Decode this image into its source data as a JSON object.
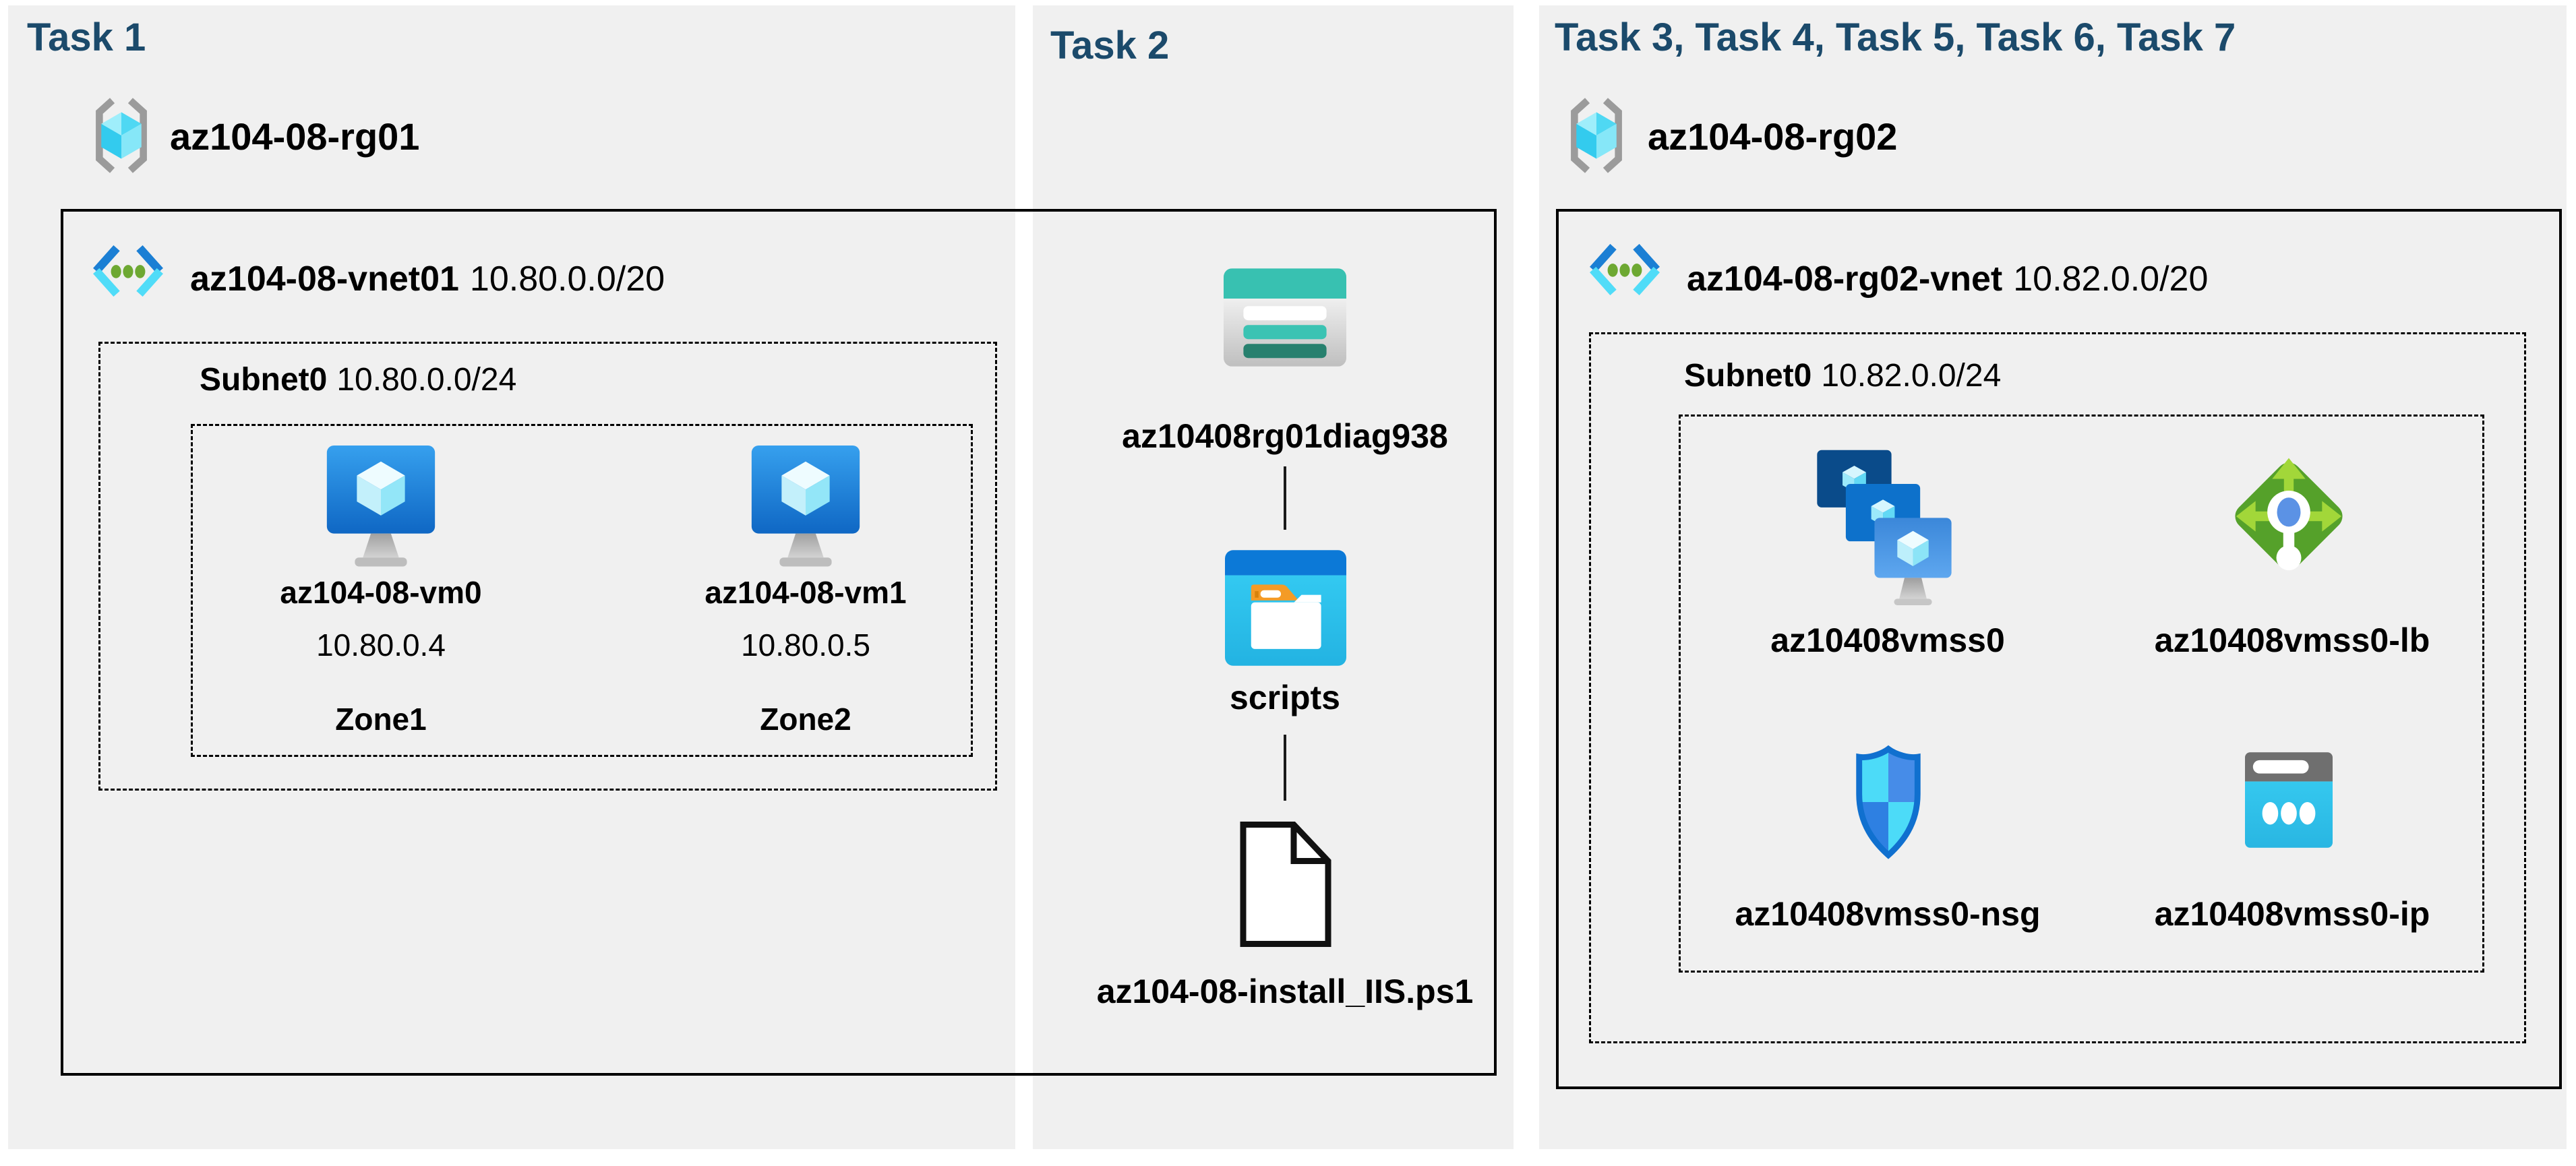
{
  "page": {
    "background": "#ffffff",
    "panel_background": "#f0f0f0",
    "header_color": "#1b4a6b",
    "box_border_color": "#000000"
  },
  "task1": {
    "header": "Task 1",
    "resource_group": "az104-08-rg01",
    "vnet_name": "az104-08-vnet01",
    "vnet_cidr": "10.80.0.0/20",
    "subnet_name": "Subnet0",
    "subnet_cidr": "10.80.0.0/24",
    "vms": [
      {
        "name": "az104-08-vm0",
        "ip": "10.80.0.4",
        "zone": "Zone1"
      },
      {
        "name": "az104-08-vm1",
        "ip": "10.80.0.5",
        "zone": "Zone2"
      }
    ]
  },
  "task2": {
    "header": "Task 2",
    "storage_account": "az10408rg01diag938",
    "container": "scripts",
    "script_file": "az104-08-install_IIS.ps1"
  },
  "task3": {
    "header": "Task 3, Task 4, Task 5, Task 6, Task 7",
    "resource_group": "az104-08-rg02",
    "vnet_name": "az104-08-rg02-vnet",
    "vnet_cidr": "10.82.0.0/20",
    "subnet_name": "Subnet0",
    "subnet_cidr": "10.82.0.0/24",
    "resources": [
      {
        "name": "az10408vmss0",
        "type": "vm-scale-set"
      },
      {
        "name": "az10408vmss0-lb",
        "type": "load-balancer"
      },
      {
        "name": "az10408vmss0-nsg",
        "type": "network-security-group"
      },
      {
        "name": "az10408vmss0-ip",
        "type": "public-ip"
      }
    ]
  },
  "icons": {
    "resource_group": "resource-group-icon",
    "virtual_network": "virtual-network-icon",
    "virtual_machine": "virtual-machine-icon",
    "storage_account": "storage-account-icon",
    "blob_container": "blob-container-icon",
    "script_file": "file-icon",
    "vm_scale_set": "vm-scale-set-icon",
    "load_balancer": "load-balancer-icon",
    "network_security_group": "nsg-icon",
    "public_ip": "public-ip-icon"
  }
}
